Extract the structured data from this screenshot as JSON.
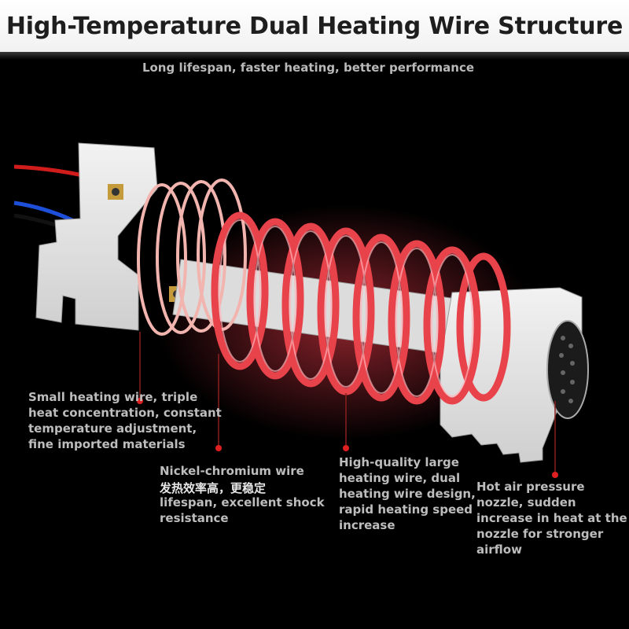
{
  "header": {
    "title": "High-Temperature Dual Heating Wire Structure",
    "subtitle": "Long lifespan, faster heating, better performance"
  },
  "callouts": [
    {
      "lines": [
        "Small heating wire, triple",
        "heat concentration, constant",
        "temperature adjustment,",
        "fine imported materials"
      ]
    },
    {
      "lines": [
        "Nickel-chromium wire",
        "",
        "lifespan, excellent shock",
        "resistance"
      ]
    },
    {
      "lines": [
        "High-quality large",
        "heating wire, dual",
        "heating wire design,",
        "rapid heating speed",
        "increase"
      ]
    },
    {
      "lines": [
        "Hot air pressure",
        "nozzle, sudden",
        "increase in heat at the",
        "nozzle for stronger",
        "airflow"
      ]
    }
  ],
  "overlay_text": "发热效率高，更稳定",
  "colors": {
    "background": "#000000",
    "title_text": "#1e1e1e",
    "callout_text": "#bdbdbd",
    "marker_red": "#e02020",
    "coil_red": "#e8424a",
    "coil_pink": "#f2b4ae",
    "mica": "#e3e3e3",
    "wire_red": "#d11c1c",
    "wire_blue": "#1d4fd8",
    "wire_black": "#111111"
  }
}
